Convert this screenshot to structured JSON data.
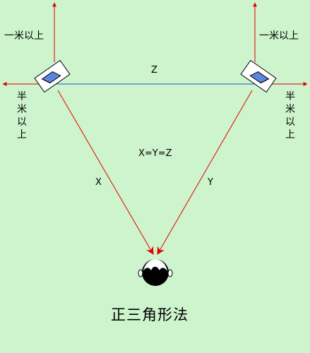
{
  "labels": {
    "top_left": "一米以上",
    "top_right": "一米以上",
    "side_left": "半米以上",
    "side_right": "半米以上",
    "z": "Z",
    "x": "X",
    "y": "Y",
    "equation": "X=Y=Z",
    "title": "正三角形法"
  },
  "colors": {
    "background": "#cdf4cd",
    "arrow": "#e00000",
    "baseline": "#1f4fd6",
    "speaker_cone": "#5a86e0"
  }
}
